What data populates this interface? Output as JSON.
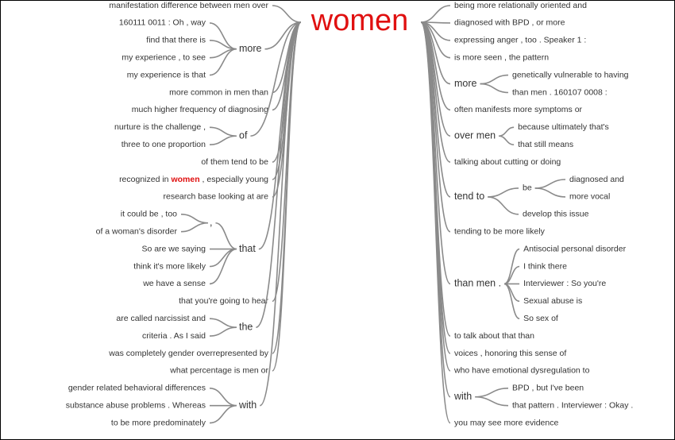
{
  "center": {
    "word": "women",
    "color": "#e01010"
  },
  "left_branches": [
    {
      "text": "manifestation difference between men over"
    },
    {
      "label": "more",
      "items": [
        "160111 0011 : Oh , way",
        "find that there is",
        "my experience , to see",
        "my experience is that"
      ]
    },
    {
      "text": "more common in men than"
    },
    {
      "text": "much higher frequency of diagnosing"
    },
    {
      "label": "of",
      "items": [
        "nurture is the challenge ,",
        "three to one proportion"
      ]
    },
    {
      "text": "of them tend to be"
    },
    {
      "pre": "recognized in ",
      "hl": "women",
      "post": " , especially young"
    },
    {
      "text": "research base looking at are"
    },
    {
      "label": "that",
      "items": [
        {
          "label": ",",
          "items": [
            "it could be , too",
            "of a woman's disorder"
          ]
        },
        "So are we saying",
        "think it's more likely",
        "we have a sense"
      ]
    },
    {
      "text": "that you're going to hear"
    },
    {
      "label": "the",
      "items": [
        "are called narcissist and",
        "criteria . As I said"
      ]
    },
    {
      "text": "was completely gender overrepresented by"
    },
    {
      "text": "what percentage is men or"
    },
    {
      "label": "with",
      "items": [
        "gender related behavioral differences",
        "substance abuse problems . Whereas",
        "to be more predominately"
      ]
    }
  ],
  "right_branches": [
    {
      "text": "being more relationally oriented and"
    },
    {
      "text": "diagnosed with BPD , or more"
    },
    {
      "text": "expressing anger , too . Speaker 1 :"
    },
    {
      "text": "is more seen , the pattern"
    },
    {
      "label": "more",
      "items": [
        "genetically vulnerable to having",
        "than men . 160107 0008 :"
      ]
    },
    {
      "text": "often manifests more symptoms or"
    },
    {
      "label": "over men",
      "items": [
        "because ultimately that's",
        "that still means"
      ]
    },
    {
      "text": "talking about cutting or doing"
    },
    {
      "label": "tend to",
      "items": [
        {
          "label": "be",
          "items": [
            "diagnosed and",
            "more vocal"
          ]
        },
        "develop this issue"
      ]
    },
    {
      "text": "tending to be more likely"
    },
    {
      "label": "than men .",
      "items": [
        "Antisocial personal disorder",
        "I think there",
        "Interviewer : So you're",
        "Sexual abuse is",
        "So sex of"
      ]
    },
    {
      "text": "to talk about that than"
    },
    {
      "text": "voices , honoring this sense of"
    },
    {
      "text": "who have emotional dysregulation to"
    },
    {
      "label": "with",
      "items": [
        "BPD , but I've been",
        "that pattern . Interviewer : Okay ."
      ]
    },
    {
      "text": "you may see more evidence"
    }
  ]
}
